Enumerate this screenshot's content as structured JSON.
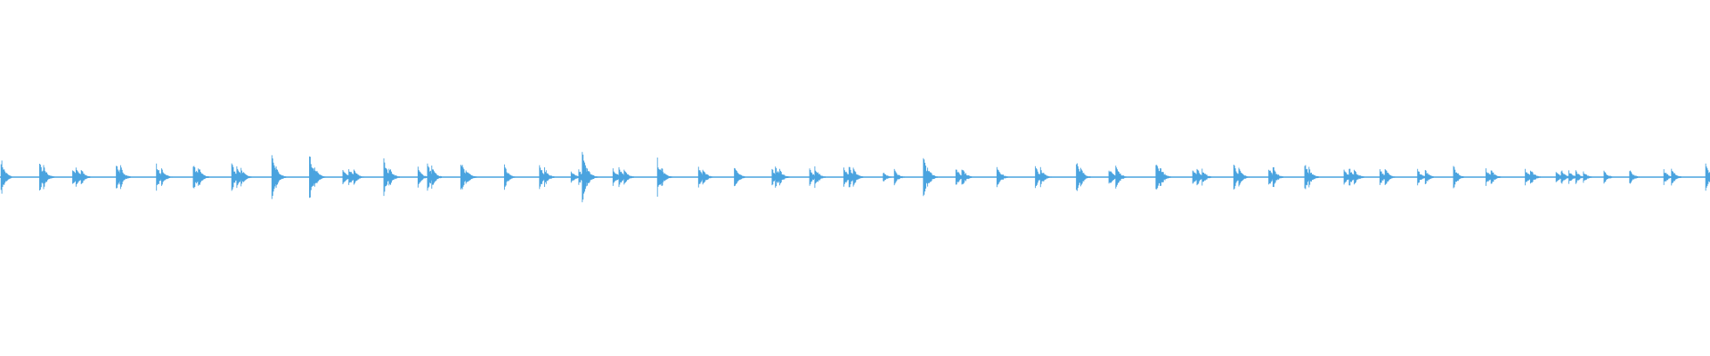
{
  "waveform": {
    "color": "#4aa3df",
    "baseline_amplitude": 0.004,
    "transients": [
      {
        "t": 0.0006,
        "a": 0.06
      },
      {
        "t": 0.0232,
        "a": 0.05
      },
      {
        "t": 0.0255,
        "a": 0.035
      },
      {
        "t": 0.0425,
        "a": 0.03
      },
      {
        "t": 0.0445,
        "a": 0.035
      },
      {
        "t": 0.0475,
        "a": 0.025
      },
      {
        "t": 0.068,
        "a": 0.05
      },
      {
        "t": 0.0705,
        "a": 0.035
      },
      {
        "t": 0.0915,
        "a": 0.04
      },
      {
        "t": 0.0945,
        "a": 0.03
      },
      {
        "t": 0.113,
        "a": 0.045
      },
      {
        "t": 0.116,
        "a": 0.035
      },
      {
        "t": 0.1355,
        "a": 0.045
      },
      {
        "t": 0.1385,
        "a": 0.035
      },
      {
        "t": 0.141,
        "a": 0.03
      },
      {
        "t": 0.159,
        "a": 0.1
      },
      {
        "t": 0.1615,
        "a": 0.03
      },
      {
        "t": 0.181,
        "a": 0.085
      },
      {
        "t": 0.184,
        "a": 0.035
      },
      {
        "t": 0.2005,
        "a": 0.025
      },
      {
        "t": 0.204,
        "a": 0.03
      },
      {
        "t": 0.207,
        "a": 0.025
      },
      {
        "t": 0.2245,
        "a": 0.055
      },
      {
        "t": 0.2275,
        "a": 0.035
      },
      {
        "t": 0.2445,
        "a": 0.03
      },
      {
        "t": 0.25,
        "a": 0.045
      },
      {
        "t": 0.2525,
        "a": 0.035
      },
      {
        "t": 0.2695,
        "a": 0.055
      },
      {
        "t": 0.2725,
        "a": 0.03
      },
      {
        "t": 0.295,
        "a": 0.04
      },
      {
        "t": 0.3155,
        "a": 0.045
      },
      {
        "t": 0.3185,
        "a": 0.03
      },
      {
        "t": 0.334,
        "a": 0.02
      },
      {
        "t": 0.3385,
        "a": 0.025
      },
      {
        "t": 0.3405,
        "a": 0.085
      },
      {
        "t": 0.3435,
        "a": 0.03
      },
      {
        "t": 0.3585,
        "a": 0.03
      },
      {
        "t": 0.362,
        "a": 0.035
      },
      {
        "t": 0.365,
        "a": 0.025
      },
      {
        "t": 0.3845,
        "a": 0.055
      },
      {
        "t": 0.387,
        "a": 0.03
      },
      {
        "t": 0.4085,
        "a": 0.035
      },
      {
        "t": 0.411,
        "a": 0.03
      },
      {
        "t": 0.4295,
        "a": 0.04
      },
      {
        "t": 0.4515,
        "a": 0.03
      },
      {
        "t": 0.4535,
        "a": 0.035
      },
      {
        "t": 0.456,
        "a": 0.025
      },
      {
        "t": 0.4735,
        "a": 0.025
      },
      {
        "t": 0.4765,
        "a": 0.035
      },
      {
        "t": 0.4935,
        "a": 0.035
      },
      {
        "t": 0.4965,
        "a": 0.04
      },
      {
        "t": 0.499,
        "a": 0.03
      },
      {
        "t": 0.5165,
        "a": 0.015
      },
      {
        "t": 0.523,
        "a": 0.025
      },
      {
        "t": 0.54,
        "a": 0.065
      },
      {
        "t": 0.5425,
        "a": 0.035
      },
      {
        "t": 0.559,
        "a": 0.03
      },
      {
        "t": 0.5625,
        "a": 0.035
      },
      {
        "t": 0.583,
        "a": 0.04
      },
      {
        "t": 0.6055,
        "a": 0.035
      },
      {
        "t": 0.6085,
        "a": 0.03
      },
      {
        "t": 0.6295,
        "a": 0.06
      },
      {
        "t": 0.632,
        "a": 0.03
      },
      {
        "t": 0.6485,
        "a": 0.03
      },
      {
        "t": 0.6525,
        "a": 0.04
      },
      {
        "t": 0.676,
        "a": 0.055
      },
      {
        "t": 0.6785,
        "a": 0.035
      },
      {
        "t": 0.6975,
        "a": 0.025
      },
      {
        "t": 0.7,
        "a": 0.03
      },
      {
        "t": 0.703,
        "a": 0.025
      },
      {
        "t": 0.7215,
        "a": 0.045
      },
      {
        "t": 0.7245,
        "a": 0.03
      },
      {
        "t": 0.742,
        "a": 0.03
      },
      {
        "t": 0.7445,
        "a": 0.035
      },
      {
        "t": 0.763,
        "a": 0.045
      },
      {
        "t": 0.7655,
        "a": 0.03
      },
      {
        "t": 0.786,
        "a": 0.025
      },
      {
        "t": 0.789,
        "a": 0.03
      },
      {
        "t": 0.792,
        "a": 0.025
      },
      {
        "t": 0.807,
        "a": 0.025
      },
      {
        "t": 0.81,
        "a": 0.03
      },
      {
        "t": 0.829,
        "a": 0.025
      },
      {
        "t": 0.8335,
        "a": 0.025
      },
      {
        "t": 0.85,
        "a": 0.04
      },
      {
        "t": 0.869,
        "a": 0.025
      },
      {
        "t": 0.872,
        "a": 0.025
      },
      {
        "t": 0.892,
        "a": 0.025
      },
      {
        "t": 0.895,
        "a": 0.03
      },
      {
        "t": 0.91,
        "a": 0.02
      },
      {
        "t": 0.913,
        "a": 0.025
      },
      {
        "t": 0.9175,
        "a": 0.02
      },
      {
        "t": 0.9215,
        "a": 0.02
      },
      {
        "t": 0.926,
        "a": 0.02
      },
      {
        "t": 0.938,
        "a": 0.02
      },
      {
        "t": 0.953,
        "a": 0.025
      },
      {
        "t": 0.973,
        "a": 0.025
      },
      {
        "t": 0.9775,
        "a": 0.03
      },
      {
        "t": 0.9975,
        "a": 0.045
      }
    ]
  }
}
